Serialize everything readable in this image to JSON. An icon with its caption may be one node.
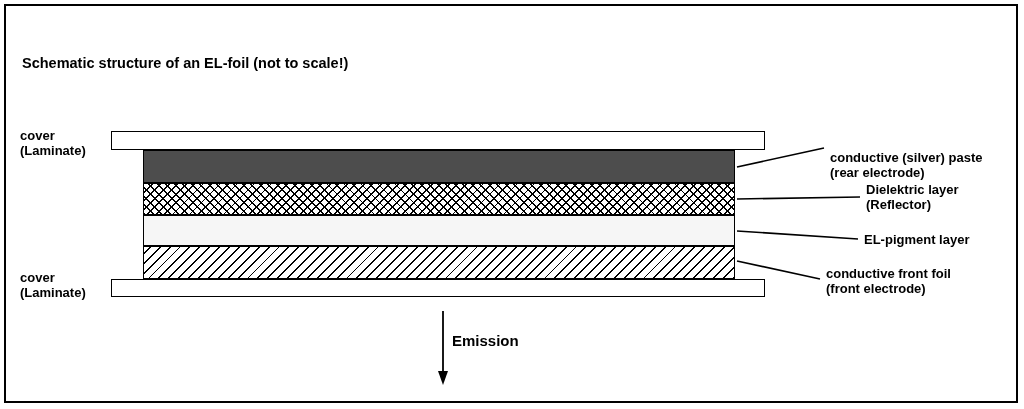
{
  "diagram": {
    "title": "Schematic structure of an EL-foil (not to scale!)",
    "nodes": [
      {
        "text": [],
        "shape": "bar"
      },
      {
        "text": [],
        "shape": "bar"
      },
      {
        "text": [],
        "shape": "bar"
      },
      {
        "text": [],
        "shape": "bar"
      },
      {
        "text": [],
        "shape": "bar"
      },
      {
        "text": [],
        "shape": "bar"
      },
      {
        "text": [
          "conductive (silver) paste (rear electrode)"
        ]
      },
      {
        "text": [
          "Dielektric layer (Reflector)"
        ]
      },
      {
        "text": [
          "EL-pigment layer"
        ]
      },
      {
        "text": [
          "conductive front foil (front electrode)"
        ]
      }
    ],
    "edges": [
      {
        "from": 6,
        "to": 1,
        "arrow": "none"
      },
      {
        "from": 7,
        "to": 2,
        "arrow": "none"
      },
      {
        "from": 8,
        "to": 3,
        "arrow": "none"
      },
      {
        "from": 9,
        "to": 4,
        "arrow": "none"
      }
    ],
    "labels": [
      "cover (Laminate)",
      "cover (Laminate)",
      "Emission"
    ]
  }
}
